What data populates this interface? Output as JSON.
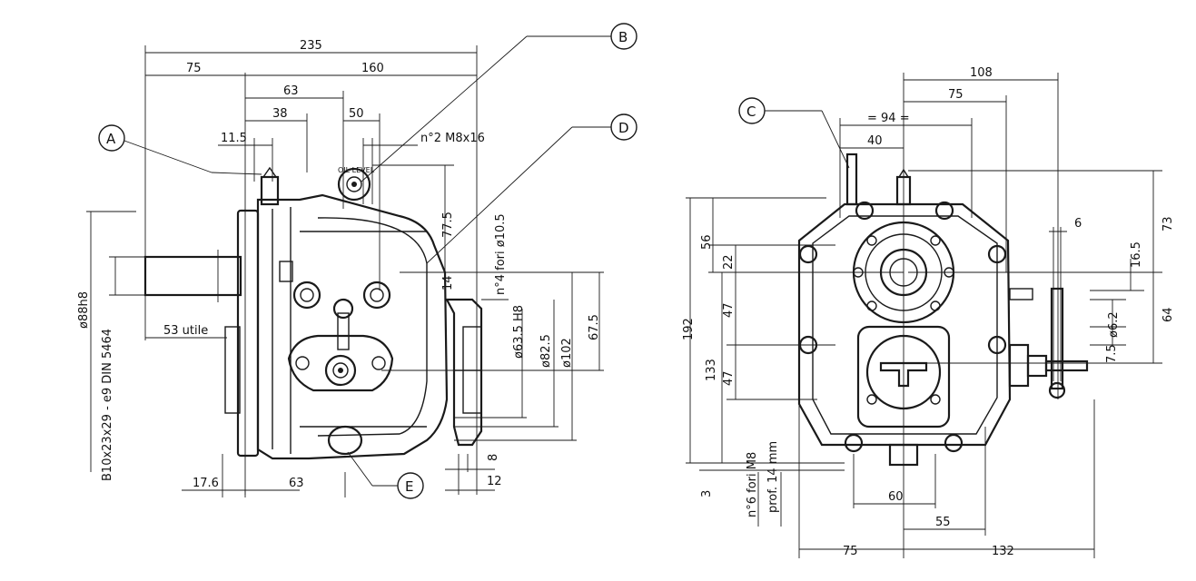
{
  "callouts": {
    "A": "A",
    "B": "B",
    "C": "C",
    "D": "D",
    "E": "E"
  },
  "oil_level": "OIL LEVEL",
  "left_view": {
    "top_dims": {
      "d235": "235",
      "d75": "75",
      "d160": "160",
      "d63": "63",
      "d38": "38",
      "d50": "50",
      "d11_5": "11.5"
    },
    "thread_note": "n°2  M8x16",
    "d77_5": "77.5",
    "holes_note": "n°4  fori ø10.5",
    "d14": "14",
    "d82_5": "ø82.5",
    "d102": "ø102",
    "d67_5": "67.5",
    "d63_5": "ø63.5  H8",
    "d88": "ø88h8",
    "spline": "B10x23x29 - e9 DIN 5464",
    "d53": "53  utile",
    "d17_6": "17.6",
    "d63b": "63",
    "d8": "8",
    "d12": "12"
  },
  "right_view": {
    "d108": "108",
    "d75": "75",
    "d94": "= 94 =",
    "d40": "40",
    "d6": "6",
    "d16_5": "16.5",
    "d73": "73",
    "d64": "64",
    "d6_2": "ø6.2",
    "d7_5": "7.5",
    "d56": "56",
    "d22": "22",
    "d47a": "47",
    "d47b": "47",
    "d192": "192",
    "d133": "133",
    "d3": "3",
    "holes_m8": "n°6  fori M8",
    "depth": "prof. 14 mm",
    "d60": "60",
    "d55": "55",
    "d75b": "75",
    "d132": "132"
  }
}
